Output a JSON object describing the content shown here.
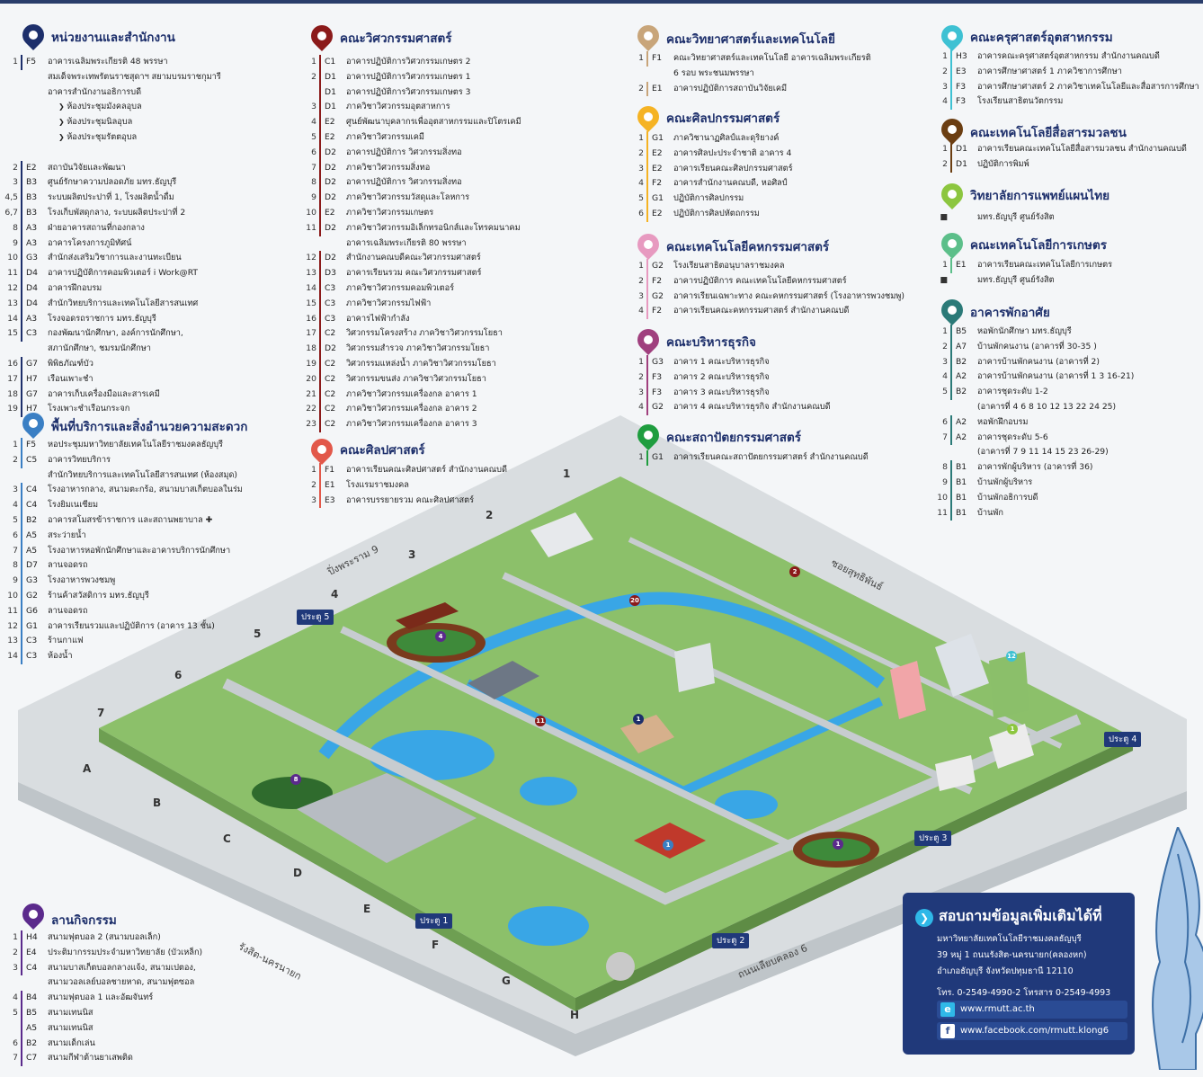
{
  "sections": {
    "agencies": {
      "title": "หน่วยงานและสำนักงาน",
      "color": "#1d2f6b",
      "rows": [
        {
          "no": "1",
          "code": "F5",
          "name": "อาคารเฉลิมพระเกียรติ 48 พรรษา"
        },
        {
          "no": "",
          "code": "",
          "name": "สมเด็จพระเทพรัตนราชสุดาฯ สยามบรมราชกุมารี"
        },
        {
          "no": "",
          "code": "",
          "name": "อาคารสำนักงานอธิการบดี"
        },
        {
          "no": "",
          "code": "",
          "name": "ห้องประชุมมังคลอุบล",
          "sub": true
        },
        {
          "no": "",
          "code": "",
          "name": "ห้องประชุมนิลอุบล",
          "sub": true
        },
        {
          "no": "",
          "code": "",
          "name": "ห้องประชุมรัตตอุบล",
          "sub": true
        },
        {
          "no": "",
          "code": "",
          "name": ""
        },
        {
          "no": "2",
          "code": "E2",
          "name": "สถาบันวิจัยและพัฒนา"
        },
        {
          "no": "3",
          "code": "B3",
          "name": "ศูนย์รักษาความปลอดภัย มทร.ธัญบุรี"
        },
        {
          "no": "4,5",
          "code": "B3",
          "name": "ระบบผลิตประปาที่ 1, โรงผลิตน้ำดื่ม"
        },
        {
          "no": "6,7",
          "code": "B3",
          "name": "โรงเก็บพัสดุกลาง, ระบบผลิตประปาที่ 2"
        },
        {
          "no": "8",
          "code": "A3",
          "name": "ฝ่ายอาคารสถานที่กองกลาง"
        },
        {
          "no": "9",
          "code": "A3",
          "name": "อาคารโครงการภูมิทัศน์"
        },
        {
          "no": "10",
          "code": "G3",
          "name": "สำนักส่งเสริมวิชาการและงานทะเบียน"
        },
        {
          "no": "11",
          "code": "D4",
          "name": "อาคารปฏิบัติการคอมพิวเตอร์ i Work@RT"
        },
        {
          "no": "12",
          "code": "D4",
          "name": "อาคารฝึกอบรม"
        },
        {
          "no": "13",
          "code": "D4",
          "name": "สำนักวิทยบริการและเทคโนโลยีสารสนเทศ"
        },
        {
          "no": "14",
          "code": "A3",
          "name": "โรงจอดรถราชการ มทร.ธัญบุรี"
        },
        {
          "no": "15",
          "code": "C3",
          "name": "กองพัฒนานักศึกษา, องค์การนักศึกษา,"
        },
        {
          "no": "",
          "code": "",
          "name": "สภานักศึกษา, ชมรมนักศึกษา"
        },
        {
          "no": "16",
          "code": "G7",
          "name": "พิพิธภัณฑ์บัว"
        },
        {
          "no": "17",
          "code": "H7",
          "name": "เรือนเพาะชำ"
        },
        {
          "no": "18",
          "code": "G7",
          "name": "อาคารเก็บเครื่องมือและสารเคมี"
        },
        {
          "no": "19",
          "code": "H7",
          "name": "โรงเพาะชำเรือนกระจก"
        }
      ]
    },
    "services": {
      "title": "พื้นที่บริการและสิ่งอำนวยความสะดวก",
      "color": "#3a7fc4",
      "rows": [
        {
          "no": "1",
          "code": "F5",
          "name": "หอประชุมมหาวิทยาลัยเทคโนโลยีราชมงคลธัญบุรี"
        },
        {
          "no": "2",
          "code": "C5",
          "name": "อาคารวิทยบริการ"
        },
        {
          "no": "",
          "code": "",
          "name": "สำนักวิทยบริการและเทคโนโลยีสารสนเทศ (ห้องสมุด)"
        },
        {
          "no": "3",
          "code": "C4",
          "name": "โรงอาหารกลาง, สนามตะกร้อ, สนามบาสเก็ตบอลในร่ม"
        },
        {
          "no": "4",
          "code": "C4",
          "name": "โรงยิมเนเซียม"
        },
        {
          "no": "5",
          "code": "B2",
          "name": "อาคารสโมสรข้าราชการ และสถานพยาบาล ✚"
        },
        {
          "no": "6",
          "code": "A5",
          "name": "สระว่ายน้ำ"
        },
        {
          "no": "7",
          "code": "A5",
          "name": "โรงอาหารหอพักนักศึกษาและอาคารบริการนักศึกษา"
        },
        {
          "no": "8",
          "code": "D7",
          "name": "ลานจอดรถ"
        },
        {
          "no": "9",
          "code": "G3",
          "name": "โรงอาหารพวงชมพู"
        },
        {
          "no": "10",
          "code": "G2",
          "name": "ร้านค้าสวัสดิการ มทร.ธัญบุรี"
        },
        {
          "no": "11",
          "code": "G6",
          "name": "ลานจอดรถ"
        },
        {
          "no": "12",
          "code": "G1",
          "name": "อาคารเรียนรวมและปฏิบัติการ (อาคาร 13 ชั้น)"
        },
        {
          "no": "13",
          "code": "C3",
          "name": "ร้านกาแฟ"
        },
        {
          "no": "14",
          "code": "C3",
          "name": "ห้องน้ำ"
        }
      ]
    },
    "activities": {
      "title": "ลานกิจกรรม",
      "color": "#5b2a8c",
      "rows": [
        {
          "no": "1",
          "code": "H4",
          "name": "สนามฟุตบอล 2 (สนามบอลเล็ก)"
        },
        {
          "no": "2",
          "code": "E4",
          "name": "ประติมากรรมประจำมหาวิทยาลัย (บัวเหล็ก)"
        },
        {
          "no": "3",
          "code": "C4",
          "name": "สนามบาสเก็ตบอลกลางแจ้ง, สนามเปตอง,"
        },
        {
          "no": "",
          "code": "",
          "name": "สนามวอลเลย์บอลชายหาด, สนามฟุตซอล"
        },
        {
          "no": "4",
          "code": "B4",
          "name": "สนามฟุตบอล 1 และอัฒจันทร์"
        },
        {
          "no": "5",
          "code": "B5",
          "name": "สนามเทนนิส"
        },
        {
          "no": "",
          "code": "A5",
          "name": "สนามเทนนิส"
        },
        {
          "no": "6",
          "code": "B2",
          "name": "สนามเด็กเล่น"
        },
        {
          "no": "7",
          "code": "C7",
          "name": "สนามกีฬาต้านยาเสพติด"
        }
      ]
    },
    "engineering": {
      "title": "คณะวิศวกรรมศาสตร์",
      "color": "#8b1a1a",
      "rows": [
        {
          "no": "1",
          "code": "C1",
          "name": "อาคารปฏิบัติการวิศวกรรมเกษตร 2"
        },
        {
          "no": "2",
          "code": "D1",
          "name": "อาคารปฏิบัติการวิศวกรรมเกษตร 1"
        },
        {
          "no": "",
          "code": "D1",
          "name": "อาคารปฏิบัติการวิศวกรรมเกษตร 3"
        },
        {
          "no": "3",
          "code": "D1",
          "name": "ภาควิชาวิศวกรรมอุตสาหการ"
        },
        {
          "no": "4",
          "code": "E2",
          "name": "ศูนย์พัฒนาบุคลากรเพื่ออุตสาหกรรมและปิโตรเคมี"
        },
        {
          "no": "5",
          "code": "E2",
          "name": "ภาควิชาวิศวกรรมเคมี"
        },
        {
          "no": "6",
          "code": "D2",
          "name": "อาคารปฏิบัติการ วิศวกรรมสิ่งทอ"
        },
        {
          "no": "7",
          "code": "D2",
          "name": "ภาควิชาวิศวกรรมสิ่งทอ"
        },
        {
          "no": "8",
          "code": "D2",
          "name": "อาคารปฏิบัติการ วิศวกรรมสิ่งทอ"
        },
        {
          "no": "9",
          "code": "D2",
          "name": "ภาควิชาวิศวกรรมวัสดุและโลหการ"
        },
        {
          "no": "10",
          "code": "E2",
          "name": "ภาควิชาวิศวกรรมเกษตร"
        },
        {
          "no": "11",
          "code": "D2",
          "name": "ภาควิชาวิศวกรรมอิเล็กทรอนิกส์และโทรคมนาคม"
        },
        {
          "no": "",
          "code": "",
          "name": "อาคารเฉลิมพระเกียรติ 80 พรรษา"
        },
        {
          "no": "12",
          "code": "D2",
          "name": "สำนักงานคณบดีคณะวิศวกรรมศาสตร์"
        },
        {
          "no": "13",
          "code": "D3",
          "name": "อาคารเรียนรวม คณะวิศวกรรมศาสตร์"
        },
        {
          "no": "14",
          "code": "C3",
          "name": "ภาควิชาวิศวกรรมคอมพิวเตอร์"
        },
        {
          "no": "15",
          "code": "C3",
          "name": "ภาควิชาวิศวกรรมไฟฟ้า"
        },
        {
          "no": "16",
          "code": "C3",
          "name": "อาคารไฟฟ้ากำลัง"
        },
        {
          "no": "17",
          "code": "C2",
          "name": "วิศวกรรมโครงสร้าง ภาควิชาวิศวกรรมโยธา"
        },
        {
          "no": "18",
          "code": "D2",
          "name": "วิศวกรรมสำรวจ ภาควิชาวิศวกรรมโยธา"
        },
        {
          "no": "19",
          "code": "C2",
          "name": "วิศวกรรมแหล่งน้ำ ภาควิชาวิศวกรรมโยธา"
        },
        {
          "no": "20",
          "code": "C2",
          "name": "วิศวกรรมขนส่ง ภาควิชาวิศวกรรมโยธา"
        },
        {
          "no": "21",
          "code": "C2",
          "name": "ภาควิชาวิศวกรรมเครื่องกล อาคาร 1"
        },
        {
          "no": "22",
          "code": "C2",
          "name": "ภาควิชาวิศวกรรมเครื่องกล อาคาร 2"
        },
        {
          "no": "23",
          "code": "C2",
          "name": "ภาควิชาวิศวกรรมเครื่องกล อาคาร 3"
        }
      ]
    },
    "liberal_arts": {
      "title": "คณะศิลปศาสตร์",
      "color": "#e2584a",
      "rows": [
        {
          "no": "1",
          "code": "F1",
          "name": "อาคารเรียนคณะศิลปศาสตร์ สำนักงานคณบดี"
        },
        {
          "no": "2",
          "code": "E1",
          "name": "โรงแรมราชมงคล"
        },
        {
          "no": "3",
          "code": "E3",
          "name": "อาคารบรรยายรวม คณะศิลปศาสตร์"
        }
      ]
    },
    "science": {
      "title": "คณะวิทยาศาสตร์และเทคโนโลยี",
      "color": "#c8a57a",
      "rows": [
        {
          "no": "1",
          "code": "F1",
          "name": "คณะวิทยาศาสตร์และเทคโนโลยี อาคารเฉลิมพระเกียรติ"
        },
        {
          "no": "",
          "code": "",
          "name": "6 รอบ พระชนมพรรษา"
        },
        {
          "no": "2",
          "code": "E1",
          "name": "อาคารปฏิบัติการสถาบันวิจัยเคมี"
        }
      ]
    },
    "fine_arts": {
      "title": "คณะศิลปกรรมศาสตร์",
      "color": "#f5b324",
      "rows": [
        {
          "no": "1",
          "code": "G1",
          "name": "ภาควิชานาฏศิลป์และดุริยางค์"
        },
        {
          "no": "2",
          "code": "E2",
          "name": "อาคารศิลปะประจำชาติ อาคาร 4"
        },
        {
          "no": "3",
          "code": "E2",
          "name": "อาคารเรียนคณะศิลปกรรมศาสตร์"
        },
        {
          "no": "4",
          "code": "F2",
          "name": "อาคารสำนักงานคณบดี, หอศิลป์"
        },
        {
          "no": "5",
          "code": "G1",
          "name": "ปฏิบัติการศิลปกรรม"
        },
        {
          "no": "6",
          "code": "E2",
          "name": "ปฏิบัติการศิลปหัตถกรรม"
        }
      ]
    },
    "home_econ": {
      "title": "คณะเทคโนโลยีคหกรรมศาสตร์",
      "color": "#e79ac0",
      "rows": [
        {
          "no": "1",
          "code": "G2",
          "name": "โรงเรียนสาธิตอนุบาลราชมงคล"
        },
        {
          "no": "2",
          "code": "F2",
          "name": "อาคารปฏิบัติการ คณะเทคโนโลยีคหกรรมศาสตร์"
        },
        {
          "no": "3",
          "code": "G2",
          "name": "อาคารเรียนเฉพาะทาง คณะคหกรรมศาสตร์ (โรงอาหารพวงชมพู)"
        },
        {
          "no": "4",
          "code": "F2",
          "name": "อาคารเรียนคณะคหกรรมศาสตร์ สำนักงานคณบดี"
        }
      ]
    },
    "business": {
      "title": "คณะบริหารธุรกิจ",
      "color": "#a0407e",
      "rows": [
        {
          "no": "1",
          "code": "G3",
          "name": "อาคาร 1 คณะบริหารธุรกิจ"
        },
        {
          "no": "2",
          "code": "F3",
          "name": "อาคาร 2 คณะบริหารธุรกิจ"
        },
        {
          "no": "3",
          "code": "F3",
          "name": "อาคาร 3 คณะบริหารธุรกิจ"
        },
        {
          "no": "4",
          "code": "G2",
          "name": "อาคาร 4 คณะบริหารธุรกิจ สำนักงานคณบดี"
        }
      ]
    },
    "architecture": {
      "title": "คณะสถาปัตยกรรมศาสตร์",
      "color": "#1f9d3f",
      "rows": [
        {
          "no": "1",
          "code": "G1",
          "name": "อาคารเรียนคณะสถาปัตยกรรมศาสตร์ สำนักงานคณบดี"
        }
      ]
    },
    "tech_ed": {
      "title": "คณะครุศาสตร์อุตสาหกรรม",
      "color": "#3ec1d3",
      "rows": [
        {
          "no": "1",
          "code": "H3",
          "name": "อาคารคณะครุศาสตร์อุตสาหกรรม สำนักงานคณบดี"
        },
        {
          "no": "2",
          "code": "E3",
          "name": "อาคารศึกษาศาสตร์ 1 ภาควิชาการศึกษา"
        },
        {
          "no": "3",
          "code": "F3",
          "name": "อาคารศึกษาศาสตร์ 2 ภาควิชาเทคโนโลยีและสื่อสารการศึกษา"
        },
        {
          "no": "4",
          "code": "F3",
          "name": "โรงเรียนสาธิตนวัตกรรม"
        }
      ]
    },
    "mass_comm": {
      "title": "คณะเทคโนโลยีสื่อสารมวลชน",
      "color": "#6b3e12",
      "rows": [
        {
          "no": "1",
          "code": "D1",
          "name": "อาคารเรียนคณะเทคโนโลยีสื่อสารมวลชน สำนักงานคณบดี"
        },
        {
          "no": "2",
          "code": "D1",
          "name": "ปฏิบัติการพิมพ์"
        }
      ]
    },
    "thai_med": {
      "title": "วิทยาลัยการแพทย์แผนไทย",
      "color": "#8cc63f",
      "rows": [
        {
          "no": "■",
          "code": "",
          "name": "มทร.ธัญบุรี ศูนย์รังสิต"
        }
      ]
    },
    "agri": {
      "title": "คณะเทคโนโลยีการเกษตร",
      "color": "#5cbf8a",
      "rows": [
        {
          "no": "1",
          "code": "E1",
          "name": "อาคารเรียนคณะเทคโนโลยีการเกษตร"
        },
        {
          "no": "■",
          "code": "",
          "name": "มทร.ธัญบุรี ศูนย์รังสิต"
        }
      ]
    },
    "dorm": {
      "title": "อาคารพักอาศัย",
      "color": "#2b7a78",
      "rows": [
        {
          "no": "1",
          "code": "B5",
          "name": "หอพักนักศึกษา มทร.ธัญบุรี"
        },
        {
          "no": "2",
          "code": "A7",
          "name": "บ้านพักคนงาน (อาคารที่ 30-35 )"
        },
        {
          "no": "3",
          "code": "B2",
          "name": "อาคารบ้านพักคนงาน (อาคารที่ 2)"
        },
        {
          "no": "4",
          "code": "A2",
          "name": "อาคารบ้านพักคนงาน (อาคารที่ 1 3 16-21)"
        },
        {
          "no": "5",
          "code": "B2",
          "name": "อาคารชุดระดับ 1-2"
        },
        {
          "no": "",
          "code": "",
          "name": "(อาคารที่ 4 6 8 10 12 13 22 24 25)"
        },
        {
          "no": "6",
          "code": "A2",
          "name": "หอพักฝึกอบรม"
        },
        {
          "no": "7",
          "code": "A2",
          "name": "อาคารชุดระดับ 5-6"
        },
        {
          "no": "",
          "code": "",
          "name": "(อาคารที่ 7 9 11 14 15 23 26-29)"
        },
        {
          "no": "8",
          "code": "B1",
          "name": "อาคารพักผู้บริหาร (อาคารที่ 36)"
        },
        {
          "no": "9",
          "code": "B1",
          "name": "บ้านพักผู้บริหาร"
        },
        {
          "no": "10",
          "code": "B1",
          "name": "บ้านพักอธิการบดี"
        },
        {
          "no": "11",
          "code": "B1",
          "name": "บ้านพัก"
        }
      ]
    }
  },
  "map": {
    "gates": [
      "ประตู 1",
      "ประตู 2",
      "ประตู 3",
      "ประตู 4",
      "ประตู 5"
    ],
    "roads": {
      "rama9": "ปิ่งพระราม 9",
      "sutthi": "ซอยสุทธิพันธ์",
      "rangsit": "รังสิต-นครนายก",
      "khlong6": "ถนนเลียบคลอง 6"
    },
    "grid_letters": [
      "A",
      "B",
      "C",
      "D",
      "E",
      "F",
      "G",
      "H"
    ],
    "grid_numbers": [
      "1",
      "2",
      "3",
      "4",
      "5",
      "6",
      "7"
    ]
  },
  "contact": {
    "heading": "สอบถามข้อมูลเพิ่มเติมได้ที่",
    "org": "มหาวิทยาลัยเทคโนโลยีราชมงคลธัญบุรี",
    "addr1": "39 หมู่ 1 ถนนรังสิต-นครนายก(คลองหก)",
    "addr2": "อำเภอธัญบุรี จังหวัดปทุมธานี 12110",
    "tel": "โทร. 0-2549-4990-2 โทรสาร 0-2549-4993",
    "web": "www.rmutt.ac.th",
    "fb": "www.facebook.com/rmutt.klong6"
  }
}
